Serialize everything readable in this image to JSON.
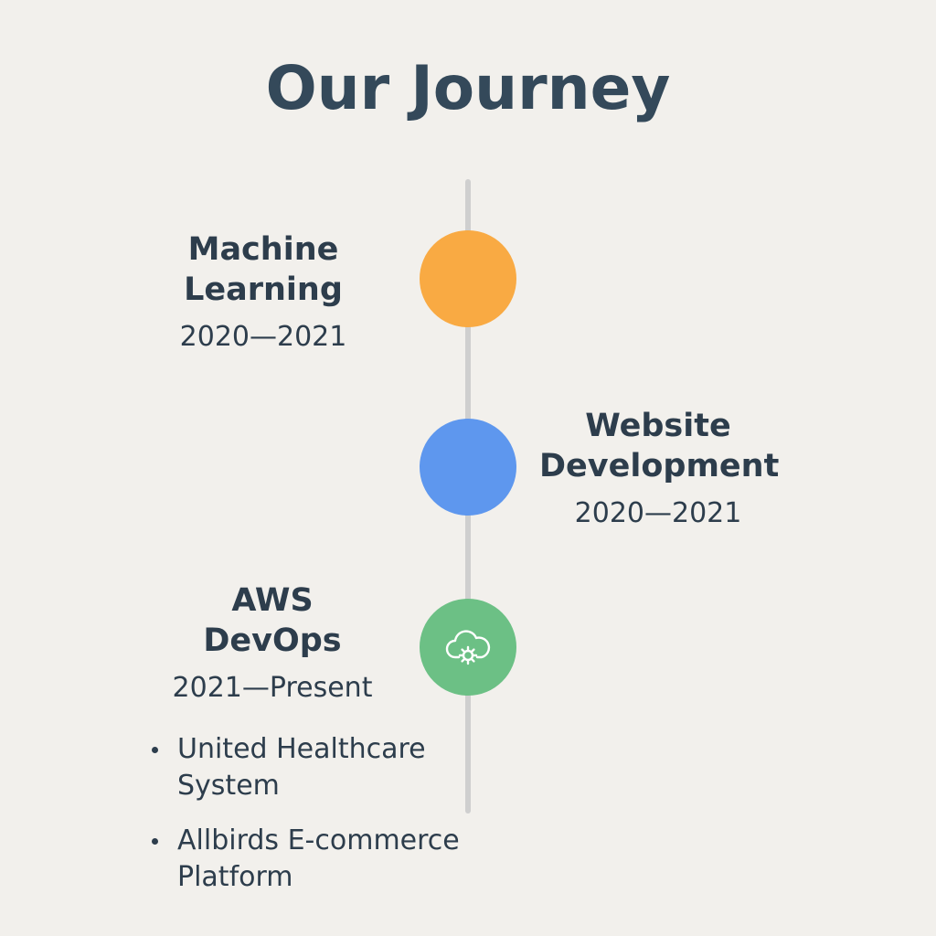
{
  "title": "Our Journey",
  "timeline": [
    {
      "title_line1": "Machine",
      "title_line2": "Learning",
      "period": "2020—2021",
      "color": "#f9aa43",
      "icon": "none"
    },
    {
      "title_line1": "Website",
      "title_line2": "Development",
      "period": "2020—2021",
      "color": "#5e97ee",
      "icon": "none"
    },
    {
      "title_line1": "AWS",
      "title_line2": "DevOps",
      "period": "2021—Present",
      "color": "#6cc085",
      "icon": "cloud-gear-icon",
      "projects": [
        {
          "line1": "United Healthcare",
          "line2": "System"
        },
        {
          "line1": "Allbirds E-commerce",
          "line2": "Platform"
        }
      ]
    }
  ]
}
